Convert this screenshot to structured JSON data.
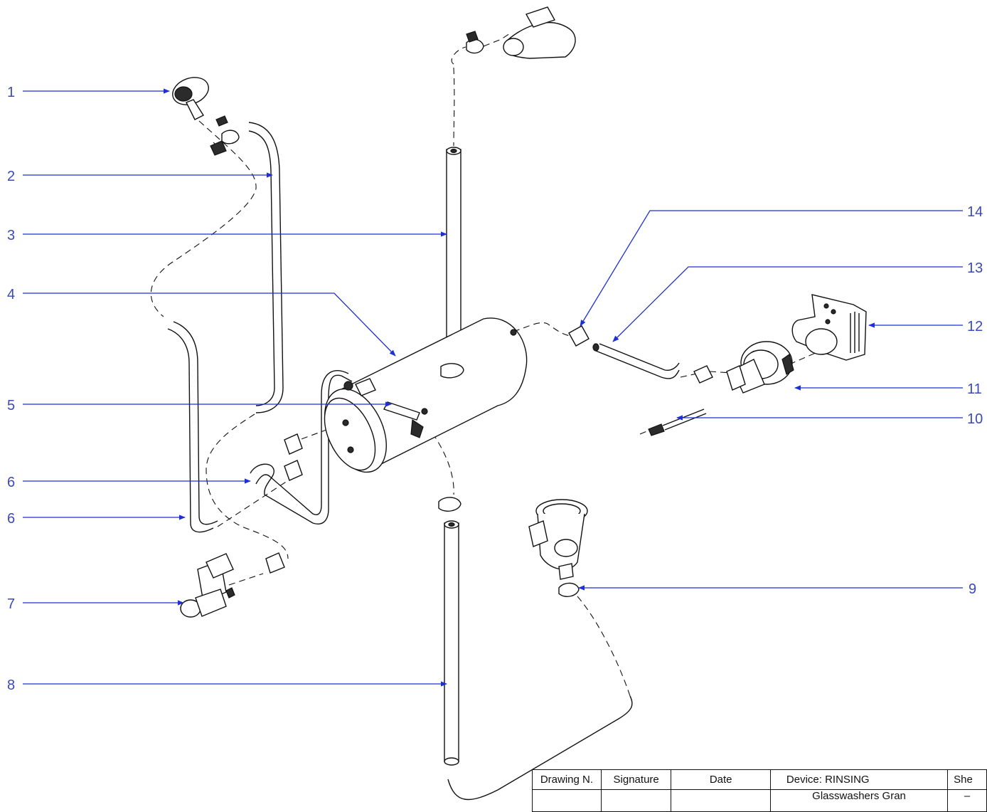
{
  "callouts": [
    {
      "id": "c1",
      "label": "1"
    },
    {
      "id": "c2",
      "label": "2"
    },
    {
      "id": "c3",
      "label": "3"
    },
    {
      "id": "c4",
      "label": "4"
    },
    {
      "id": "c5",
      "label": "5"
    },
    {
      "id": "c6a",
      "label": "6"
    },
    {
      "id": "c6b",
      "label": "6"
    },
    {
      "id": "c7",
      "label": "7"
    },
    {
      "id": "c8",
      "label": "8"
    },
    {
      "id": "c9",
      "label": "9"
    },
    {
      "id": "c10",
      "label": "10"
    },
    {
      "id": "c11",
      "label": "11"
    },
    {
      "id": "c12",
      "label": "12"
    },
    {
      "id": "c13",
      "label": "13"
    },
    {
      "id": "c14",
      "label": "14"
    }
  ],
  "title_block": {
    "drawing_label": "Drawing N.",
    "signature_label": "Signature",
    "date_label": "Date",
    "device_label": "Device:  RINSING",
    "sheet_label": "She",
    "model": "Glasswashers Gran",
    "sheet_value": "–"
  },
  "colors": {
    "leader": "#1f2fd6",
    "callout_text": "#3a4ab8",
    "line": "#111111"
  }
}
